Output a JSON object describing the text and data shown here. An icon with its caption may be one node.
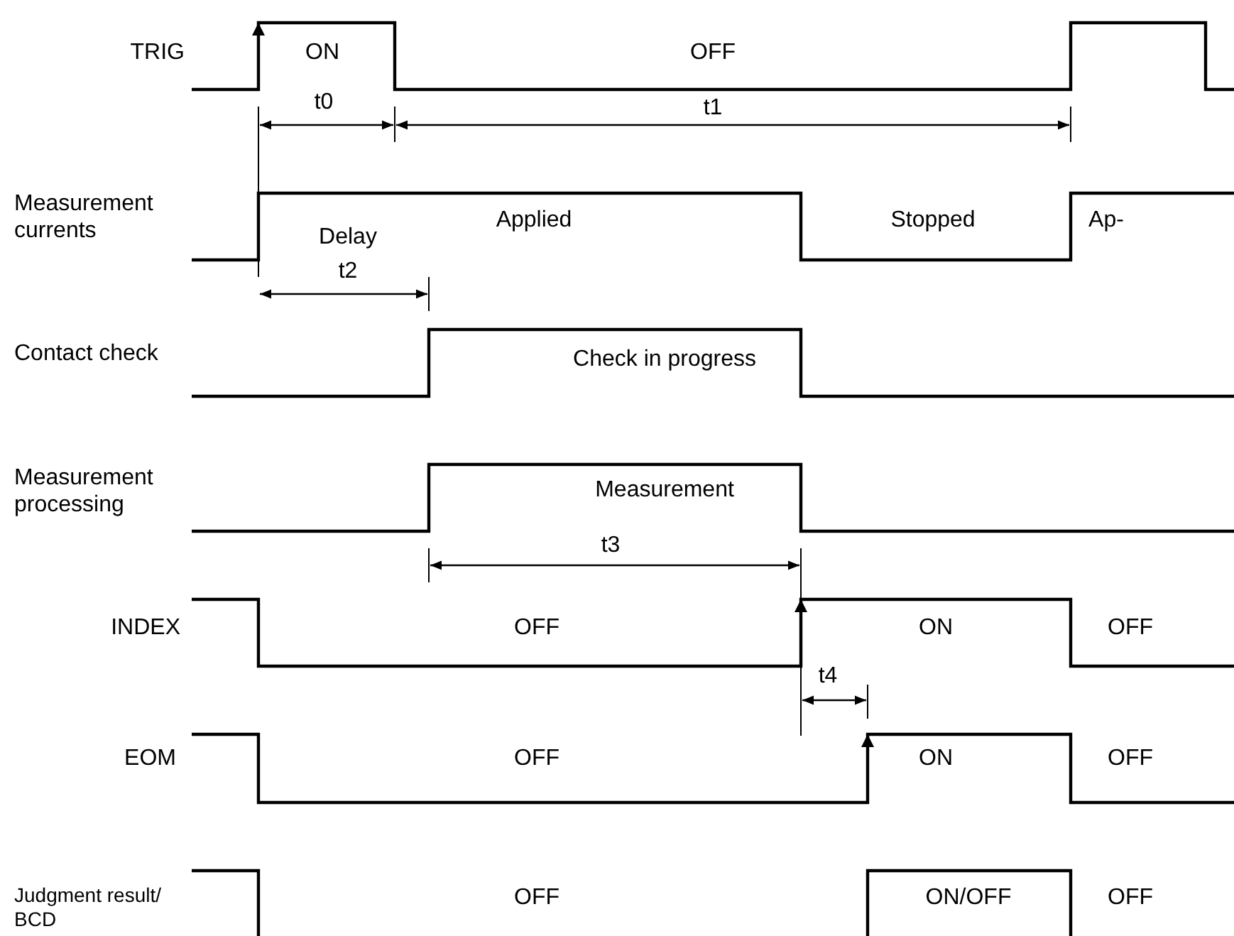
{
  "diagram": {
    "labels": [
      "TRIG",
      "ON",
      "OFF",
      "t0",
      "t1",
      "Measurement currents",
      "Delay",
      "Applied",
      "Stopped",
      "Ap-",
      "t2",
      "Contact check",
      "Check in progress",
      "Measurement processing",
      "Measurement",
      "t3",
      "INDEX",
      "OFF",
      "ON",
      "OFF",
      "t4",
      "EOM",
      "OFF",
      "ON",
      "OFF",
      "Judgment result/ BCD",
      "OFF",
      "ON/OFF",
      "OFF"
    ]
  }
}
